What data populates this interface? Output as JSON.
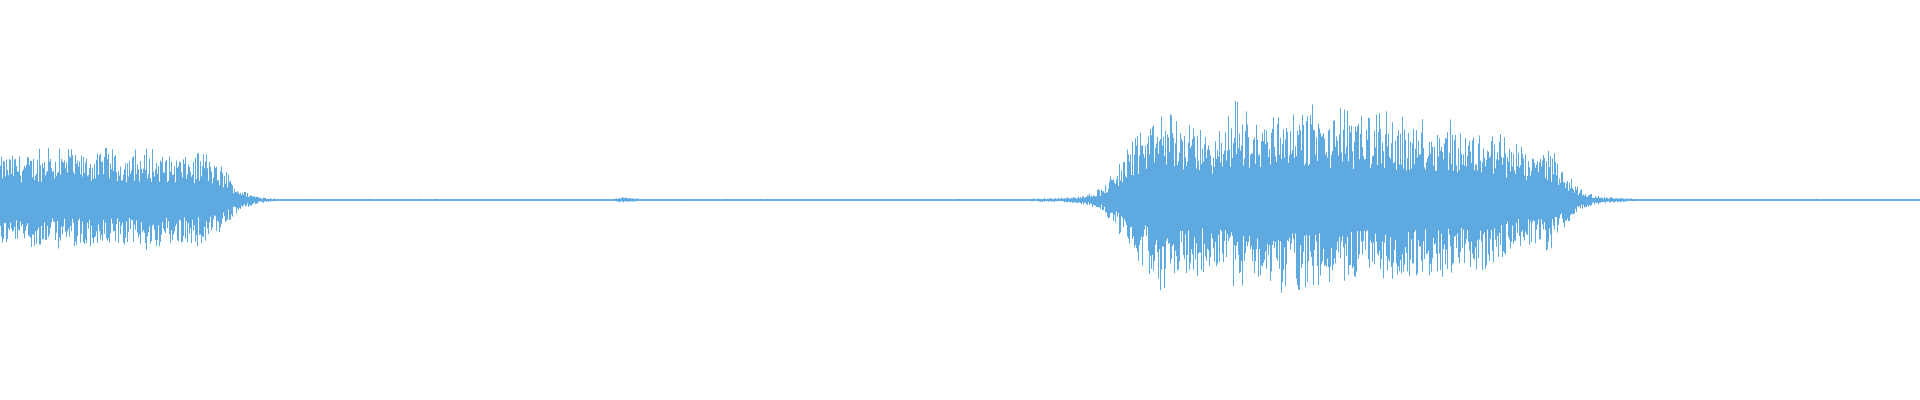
{
  "waveform": {
    "color": "#5DA9E0",
    "background": "#FFFFFF",
    "amplitude_envelope": [
      0.46,
      0.48,
      0.47,
      0.5,
      0.49,
      0.48,
      0.49,
      0.5,
      0.47,
      0.48,
      0.49,
      0.47,
      0.46,
      0.45,
      0.43,
      0.3,
      0.12,
      0.05,
      0.02,
      0.01,
      0.01,
      0.01,
      0.01,
      0.01,
      0.01,
      0.01,
      0.01,
      0.01,
      0.01,
      0.01,
      0.01,
      0.01,
      0.01,
      0.01,
      0.01,
      0.01,
      0.01,
      0.01,
      0.01,
      0.01,
      0.01,
      0.01,
      0.03,
      0.01,
      0.01,
      0.01,
      0.01,
      0.01,
      0.01,
      0.01,
      0.01,
      0.01,
      0.01,
      0.01,
      0.01,
      0.01,
      0.01,
      0.01,
      0.01,
      0.01,
      0.01,
      0.01,
      0.01,
      0.01,
      0.01,
      0.01,
      0.01,
      0.01,
      0.01,
      0.01,
      0.02,
      0.02,
      0.03,
      0.05,
      0.12,
      0.3,
      0.55,
      0.7,
      0.92,
      0.75,
      0.8,
      0.72,
      0.65,
      0.95,
      0.8,
      0.85,
      0.95,
      0.9,
      0.92,
      0.85,
      0.88,
      0.82,
      0.78,
      0.85,
      0.8,
      0.76,
      0.78,
      0.8,
      0.72,
      0.7,
      0.72,
      0.6,
      0.52,
      0.45,
      0.55,
      0.3,
      0.12,
      0.05,
      0.03,
      0.02,
      0.01,
      0.01,
      0.01,
      0.01,
      0.01,
      0.01,
      0.01,
      0.01,
      0.01,
      0.01,
      0.01,
      0.01,
      0.01,
      0.01,
      0.01,
      0.01,
      0.01,
      0.01,
      0.01,
      0.01
    ]
  }
}
